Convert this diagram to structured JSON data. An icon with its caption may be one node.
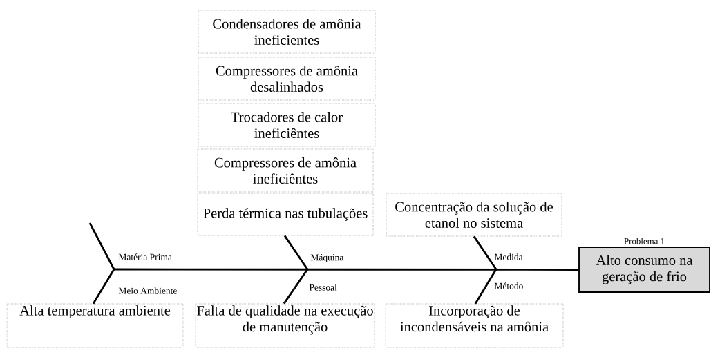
{
  "diagram": {
    "nodes": [
      {
        "text": [
          "Alto consumo na geração de frio"
        ],
        "beside": [
          "Problema 1"
        ]
      },
      {
        "text": [
          "Condensadores de amônia ineficientes"
        ]
      },
      {
        "text": [
          "Compressores de amônia desalinhados"
        ]
      },
      {
        "text": [
          "Trocadores de calor ineficiêntes"
        ]
      },
      {
        "text": [
          "Compressores de amônia ineficiêntes"
        ]
      },
      {
        "text": [
          "Perda térmica nas tubulações"
        ]
      },
      {
        "text": [
          "Concentração da solução de etanol no sistema"
        ]
      },
      {
        "text": [
          "Alta temperatura ambiente"
        ]
      },
      {
        "text": [
          "Falta de qualidade na execução de manutenção"
        ]
      },
      {
        "text": [
          "Incorporação de incondensáveis na amônia"
        ]
      }
    ],
    "edges": [
      {
        "from": null,
        "to": 0,
        "arrow": "none"
      },
      {
        "from": 7,
        "to": null,
        "arrow": "none"
      },
      {
        "from": 5,
        "to": null,
        "arrow": "none"
      },
      {
        "from": 8,
        "to": null,
        "arrow": "none"
      },
      {
        "from": 6,
        "to": null,
        "arrow": "none"
      },
      {
        "from": 9,
        "to": null,
        "arrow": "none"
      }
    ],
    "labels": [
      "Matéria Prima",
      "Meio Ambiente",
      "Máquina",
      "Pessoal",
      "Medida",
      "Método"
    ]
  }
}
